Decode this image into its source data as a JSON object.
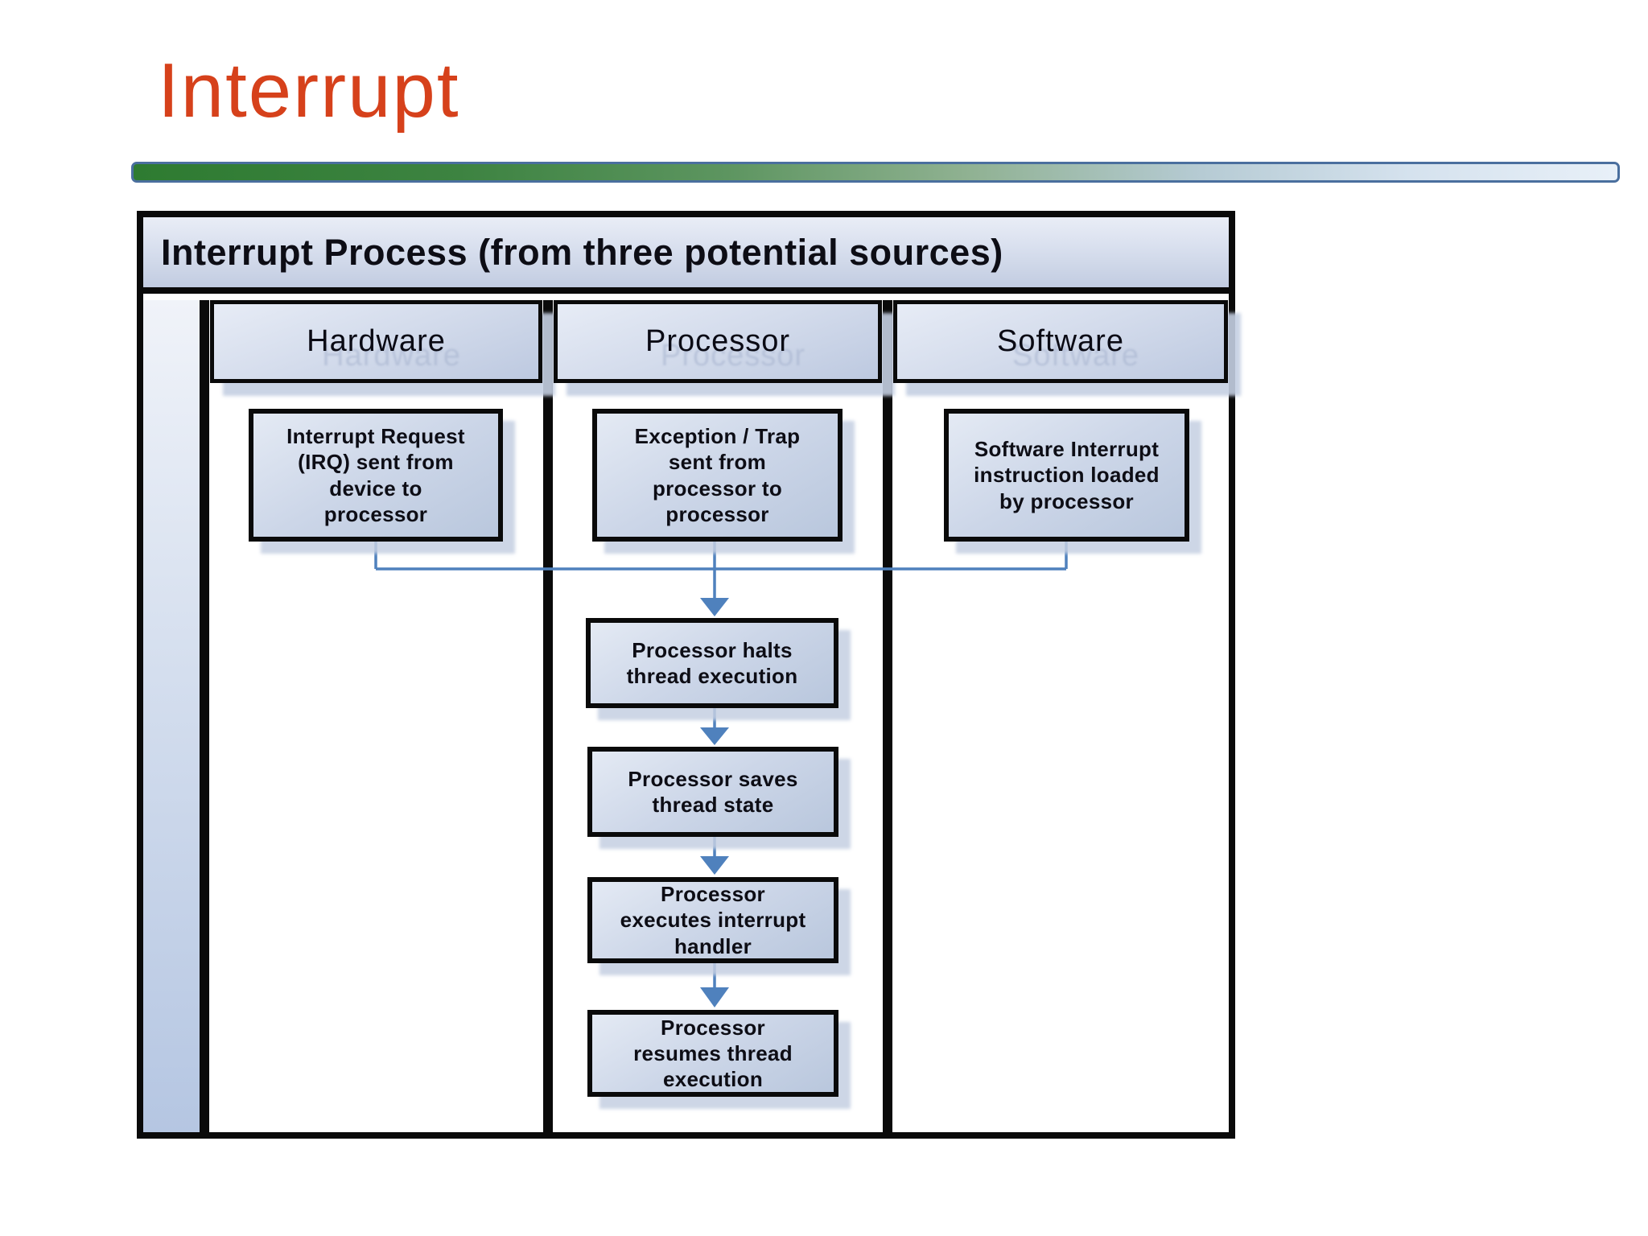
{
  "slide": {
    "title": "Interrupt"
  },
  "colors": {
    "title": "#d6411b",
    "divider_border": "#4a6f9e",
    "divider_green": "#2e7b31",
    "divider_blue_pale": "#e8f0f8",
    "box_border": "#0a0a0a",
    "connector": "#4f81bd",
    "shadow": "#c4cfe2"
  },
  "diagram": {
    "title": "Interrupt Process (from three potential sources)",
    "columns": [
      {
        "label": "Hardware"
      },
      {
        "label": "Processor"
      },
      {
        "label": "Software"
      }
    ],
    "sources": [
      {
        "column": "Hardware",
        "text": "Interrupt Request\n(IRQ) sent from\ndevice to\nprocessor"
      },
      {
        "column": "Processor",
        "text": "Exception / Trap\nsent from\nprocessor to\nprocessor"
      },
      {
        "column": "Software",
        "text": "Software Interrupt\ninstruction loaded\nby  processor"
      }
    ],
    "flow": [
      {
        "text": "Processor halts\nthread execution"
      },
      {
        "text": "Processor saves\nthread state"
      },
      {
        "text": "Processor\nexecutes interrupt\nhandler"
      },
      {
        "text": "Processor\nresumes thread\nexecution"
      }
    ]
  }
}
